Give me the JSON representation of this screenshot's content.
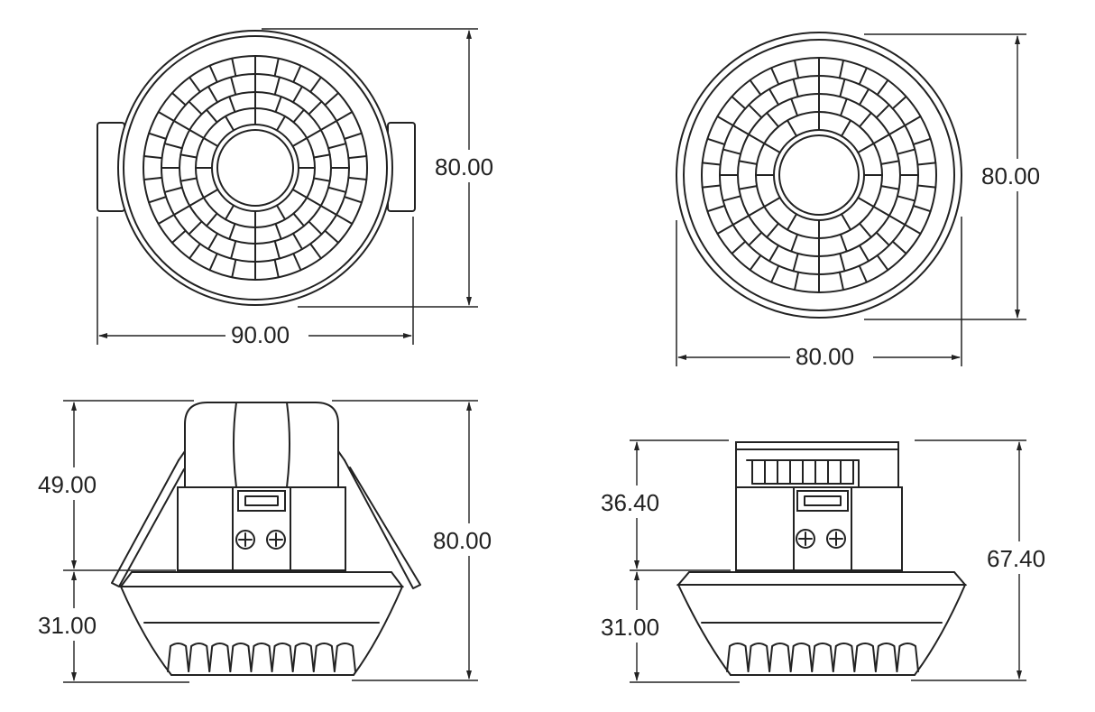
{
  "views": {
    "top_left": {
      "width_label": "90.00",
      "height_label": "80.00"
    },
    "top_right": {
      "width_label": "80.00",
      "height_label": "80.00"
    },
    "side_left": {
      "upper_label": "49.00",
      "lower_label": "31.00",
      "total_label": "80.00"
    },
    "side_right": {
      "upper_label": "36.40",
      "lower_label": "31.00",
      "total_label": "67.40"
    }
  }
}
